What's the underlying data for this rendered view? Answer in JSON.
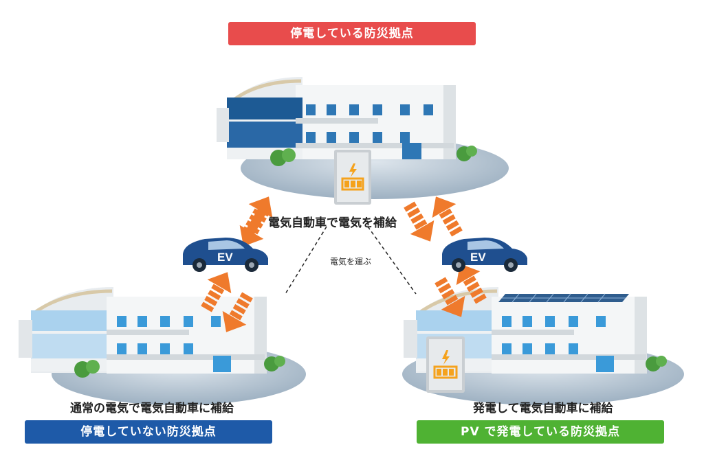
{
  "labels": {
    "top": "停電している防災拠点",
    "left": "停電していない防災拠点",
    "right": "PV で発電している防災拠点"
  },
  "captions": {
    "top": "電気自動車で電気を補給",
    "left": "通常の電気で電気自動車に補給",
    "right": "発電して電気自動車に補給",
    "center": "電気を運ぶ"
  },
  "car_text": "EV",
  "colors": {
    "label_top": "#e84c4c",
    "label_left": "#1e5aa8",
    "label_right": "#4fb233",
    "arrow": "#ef7a2c",
    "car": "#1f4f8f",
    "battery_accent": "#f5a21c"
  }
}
